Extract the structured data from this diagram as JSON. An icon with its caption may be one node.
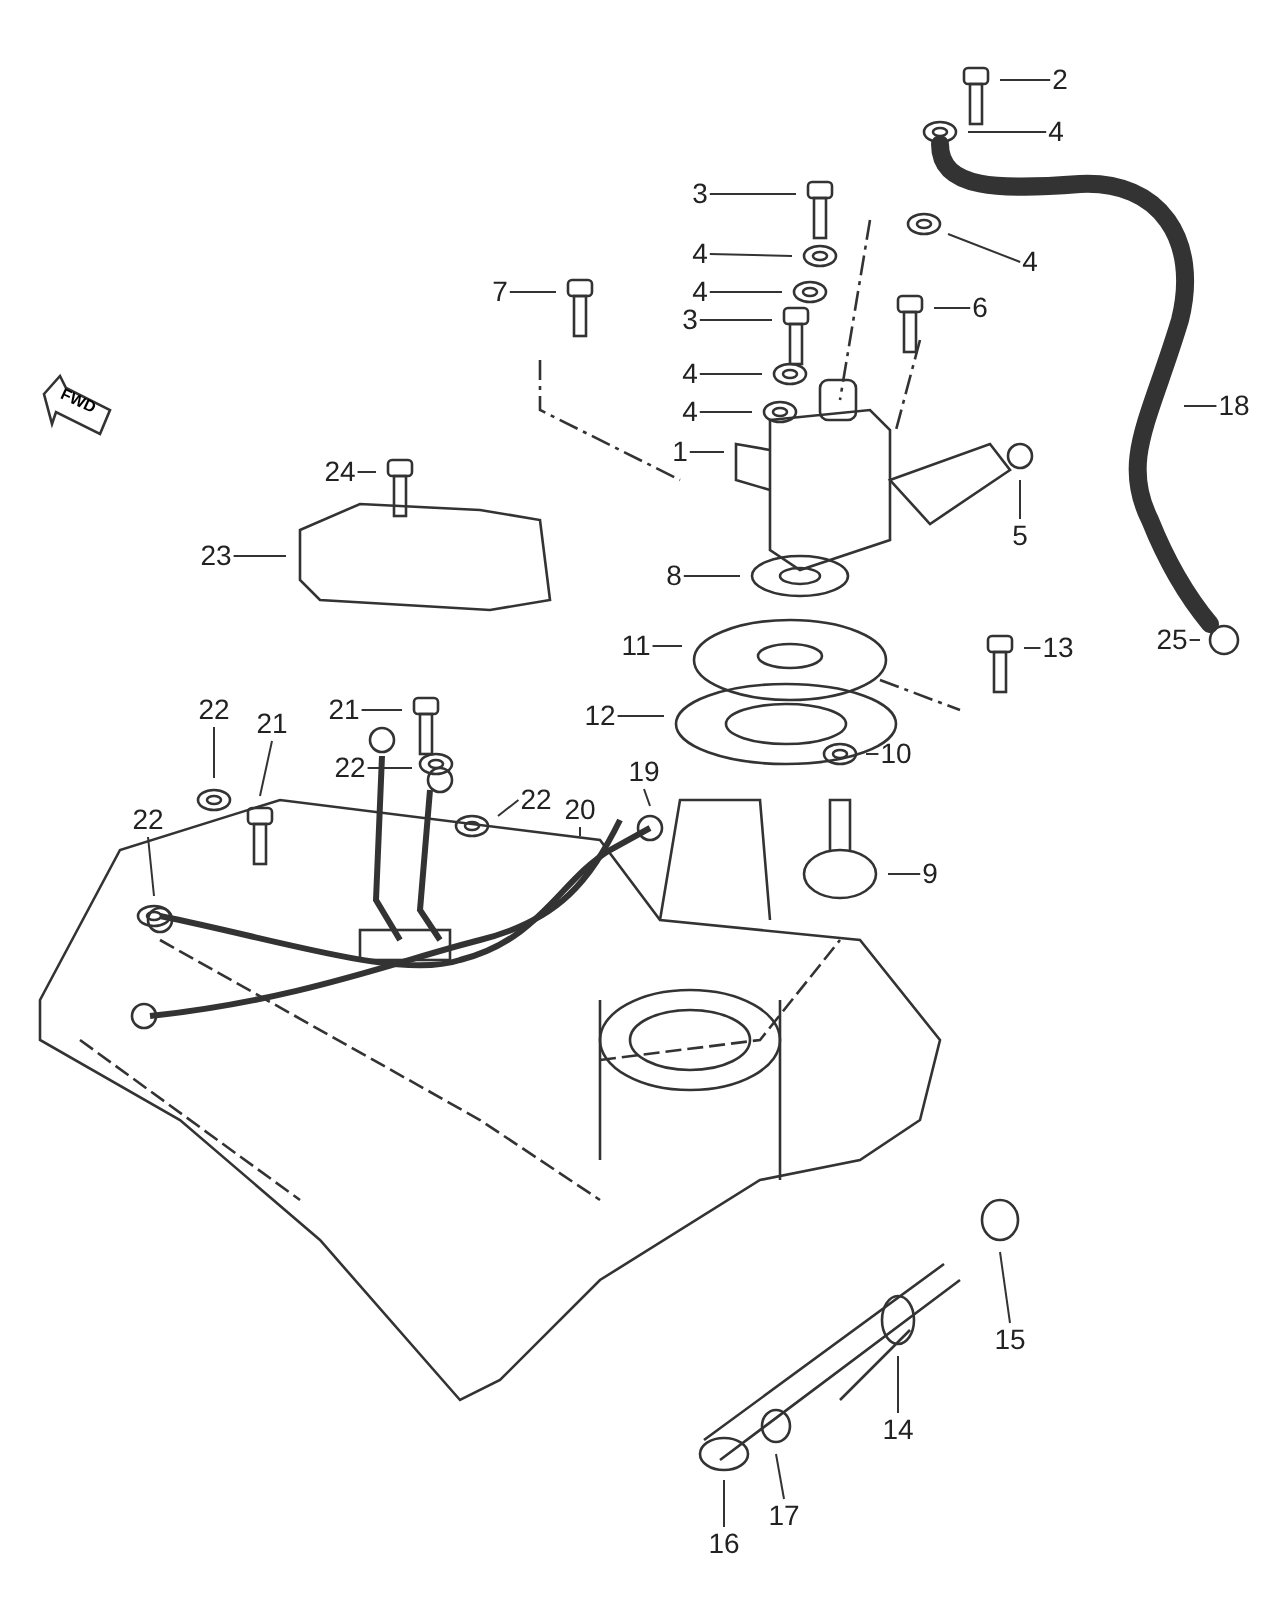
{
  "diagram": {
    "nodes": [
      {
        "text": [
          "2"
        ]
      },
      {
        "text": [
          "4"
        ]
      },
      {
        "text": [
          "3"
        ]
      },
      {
        "text": [
          "4"
        ]
      },
      {
        "text": [
          "4"
        ]
      },
      {
        "text": [
          "4"
        ]
      },
      {
        "text": [
          "7"
        ]
      },
      {
        "text": [
          "6"
        ]
      },
      {
        "text": [
          "3"
        ]
      },
      {
        "text": [
          "4"
        ]
      },
      {
        "text": [
          "4"
        ]
      },
      {
        "text": [
          "18"
        ]
      },
      {
        "text": [
          "1"
        ]
      },
      {
        "text": [
          "24"
        ]
      },
      {
        "text": [
          "5"
        ]
      },
      {
        "text": [
          "23"
        ]
      },
      {
        "text": [
          "8"
        ]
      },
      {
        "text": [
          "11"
        ]
      },
      {
        "text": [
          "13"
        ]
      },
      {
        "text": [
          "25"
        ]
      },
      {
        "text": [
          "21"
        ]
      },
      {
        "text": [
          "12"
        ]
      },
      {
        "text": [
          "22"
        ]
      },
      {
        "text": [
          "21"
        ]
      },
      {
        "text": [
          "22"
        ]
      },
      {
        "text": [
          "19"
        ]
      },
      {
        "text": [
          "22"
        ]
      },
      {
        "text": [
          "10"
        ]
      },
      {
        "text": [
          "20"
        ]
      },
      {
        "text": [
          "22"
        ]
      },
      {
        "text": [
          "9"
        ]
      },
      {
        "text": [
          "15"
        ]
      },
      {
        "text": [
          "14"
        ]
      },
      {
        "text": [
          "16"
        ]
      },
      {
        "text": [
          "17"
        ]
      }
    ],
    "edges": [
      {
        "from": 0,
        "to": null,
        "arrow": "none"
      },
      {
        "from": 1,
        "to": null,
        "arrow": "none"
      },
      {
        "from": 2,
        "to": null,
        "arrow": "none"
      },
      {
        "from": 3,
        "to": null,
        "arrow": "none"
      },
      {
        "from": 4,
        "to": null,
        "arrow": "none"
      },
      {
        "from": 5,
        "to": null,
        "arrow": "none"
      },
      {
        "from": 6,
        "to": null,
        "arrow": "none"
      },
      {
        "from": 7,
        "to": null,
        "arrow": "none"
      },
      {
        "from": 8,
        "to": null,
        "arrow": "none"
      },
      {
        "from": 9,
        "to": null,
        "arrow": "none"
      },
      {
        "from": 10,
        "to": null,
        "arrow": "none"
      },
      {
        "from": 11,
        "to": null,
        "arrow": "none"
      },
      {
        "from": 12,
        "to": null,
        "arrow": "none"
      },
      {
        "from": 13,
        "to": null,
        "arrow": "none"
      },
      {
        "from": 14,
        "to": null,
        "arrow": "none"
      },
      {
        "from": 15,
        "to": null,
        "arrow": "none"
      },
      {
        "from": 16,
        "to": null,
        "arrow": "none"
      },
      {
        "from": 17,
        "to": null,
        "arrow": "none"
      },
      {
        "from": 18,
        "to": null,
        "arrow": "none"
      },
      {
        "from": 19,
        "to": null,
        "arrow": "none"
      },
      {
        "from": 20,
        "to": null,
        "arrow": "none"
      },
      {
        "from": 21,
        "to": null,
        "arrow": "none"
      },
      {
        "from": 22,
        "to": null,
        "arrow": "none"
      },
      {
        "from": 23,
        "to": null,
        "arrow": "none"
      },
      {
        "from": 24,
        "to": null,
        "arrow": "none"
      },
      {
        "from": 25,
        "to": null,
        "arrow": "none"
      },
      {
        "from": 26,
        "to": null,
        "arrow": "none"
      },
      {
        "from": 27,
        "to": null,
        "arrow": "none"
      },
      {
        "from": 28,
        "to": null,
        "arrow": "none"
      },
      {
        "from": 29,
        "to": null,
        "arrow": "none"
      },
      {
        "from": 30,
        "to": null,
        "arrow": "none"
      },
      {
        "from": 31,
        "to": null,
        "arrow": "none"
      },
      {
        "from": 32,
        "to": null,
        "arrow": "none"
      },
      {
        "from": 33,
        "to": null,
        "arrow": "none"
      },
      {
        "from": 34,
        "to": null,
        "arrow": "none"
      }
    ],
    "labels": [
      "FWD"
    ]
  }
}
